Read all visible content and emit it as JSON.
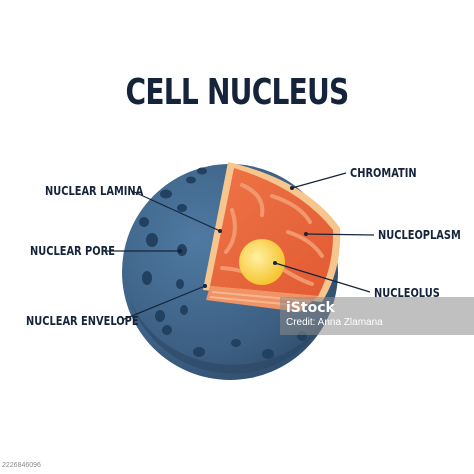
{
  "title": "CELL NUCLEUS",
  "labels": {
    "nuclear_lamina": "NUCLEAR LAMINA",
    "nuclear_pore": "NUCLEAR PORE",
    "nuclear_envelope": "NUCLEAR ENVELOPE",
    "chromatin": "CHROMATIN",
    "nucleoplasm": "NUCLEOPLASM",
    "nucleolus": "NUCLEOLUS"
  },
  "watermark": {
    "logo": "iStock",
    "credit": "Credit: Anna Zlamana"
  },
  "stock_id": "2226846096",
  "colors": {
    "sphere": "#3c5f82",
    "pore": "#22405f",
    "orange": "#e8633a",
    "light_orange": "#f4a077",
    "nucleolus": "#f6c431",
    "text": "#16243b"
  }
}
